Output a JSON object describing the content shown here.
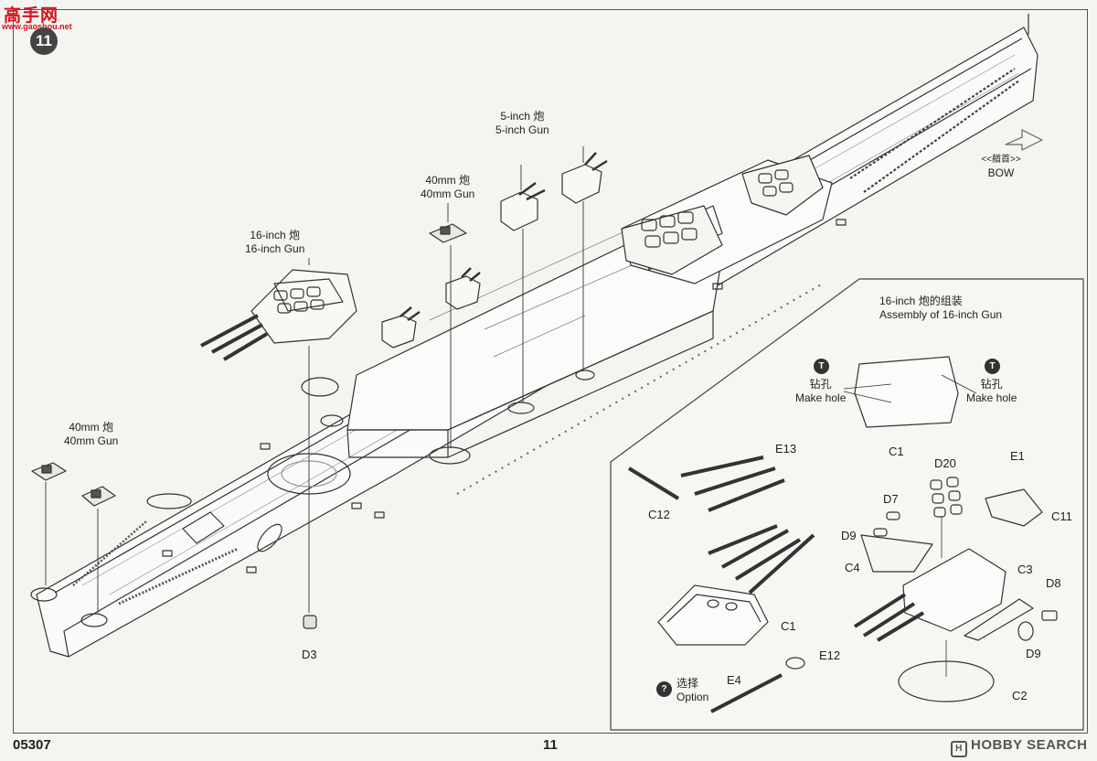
{
  "header": {
    "logo_text": "高手网",
    "logo_url": "www.gaoshou.net",
    "step_number": "11"
  },
  "callouts": {
    "gun5_cn": "5-inch 炮",
    "gun5_en": "5-inch Gun",
    "gun40_top_cn": "40mm 炮",
    "gun40_top_en": "40mm Gun",
    "gun16_cn": "16-inch 炮",
    "gun16_en": "16-inch Gun",
    "gun40_left_cn": "40mm 炮",
    "gun40_left_en": "40mm Gun",
    "bow_cn": "<<艏首>>",
    "bow_en": "BOW",
    "part_d3": "D3"
  },
  "inset": {
    "title_cn": "16-inch 炮的组装",
    "title_en": "Assembly of 16-inch Gun",
    "hole_icon": "T",
    "hole_cn": "钻孔",
    "hole_en": "Make hole",
    "option_icon": "?",
    "option_cn": "选择",
    "option_en": "Option",
    "parts": {
      "c1_top": "C1",
      "e13": "E13",
      "c12": "C12",
      "c1_mid": "C1",
      "e12": "E12",
      "e4": "E4",
      "d20": "D20",
      "e1": "E1",
      "d7": "D7",
      "c11": "C11",
      "d9_left": "D9",
      "c4": "C4",
      "c3": "C3",
      "d8": "D8",
      "d9_right": "D9",
      "c2": "C2"
    }
  },
  "footer": {
    "code": "05307",
    "page": "11",
    "brand": "HOBBY SEARCH",
    "brand_mark": "H"
  },
  "colors": {
    "line": "#333333",
    "paper": "#f4f4f1",
    "logo": "#d4141c"
  }
}
